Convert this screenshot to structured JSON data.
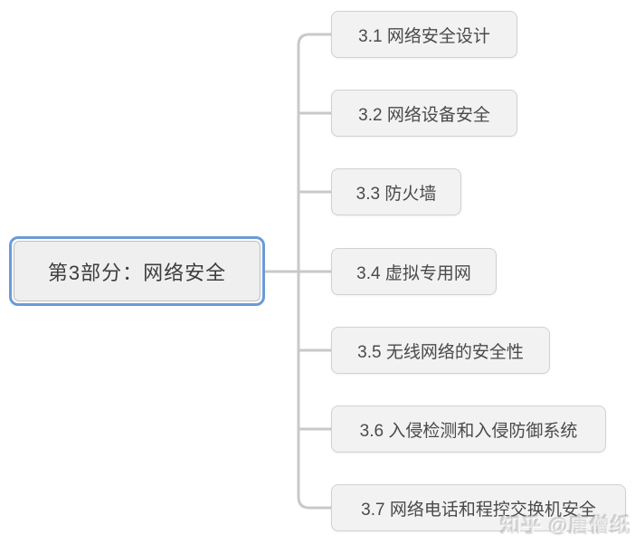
{
  "diagram": {
    "type": "mindmap",
    "root": {
      "label": "第3部分：网络安全",
      "selected": true
    },
    "children": [
      {
        "label": "3.1 网络安全设计"
      },
      {
        "label": "3.2 网络设备安全"
      },
      {
        "label": "3.3 防火墙"
      },
      {
        "label": "3.4 虚拟专用网"
      },
      {
        "label": "3.5 无线网络的安全性"
      },
      {
        "label": "3.6 入侵检测和入侵防御系统"
      },
      {
        "label": "3.7 网络电话和程控交换机安全"
      }
    ]
  },
  "watermark": {
    "text": "知乎 @唐僧纸"
  },
  "colors": {
    "connector": "#c9c9c9",
    "selection_blue": "#6b9bd8",
    "node_fill": "#f2f2f2",
    "node_border": "#d1d1d1",
    "root_fill": "#efefef",
    "root_border": "#bfbfbf",
    "text": "#4a4a4a"
  }
}
